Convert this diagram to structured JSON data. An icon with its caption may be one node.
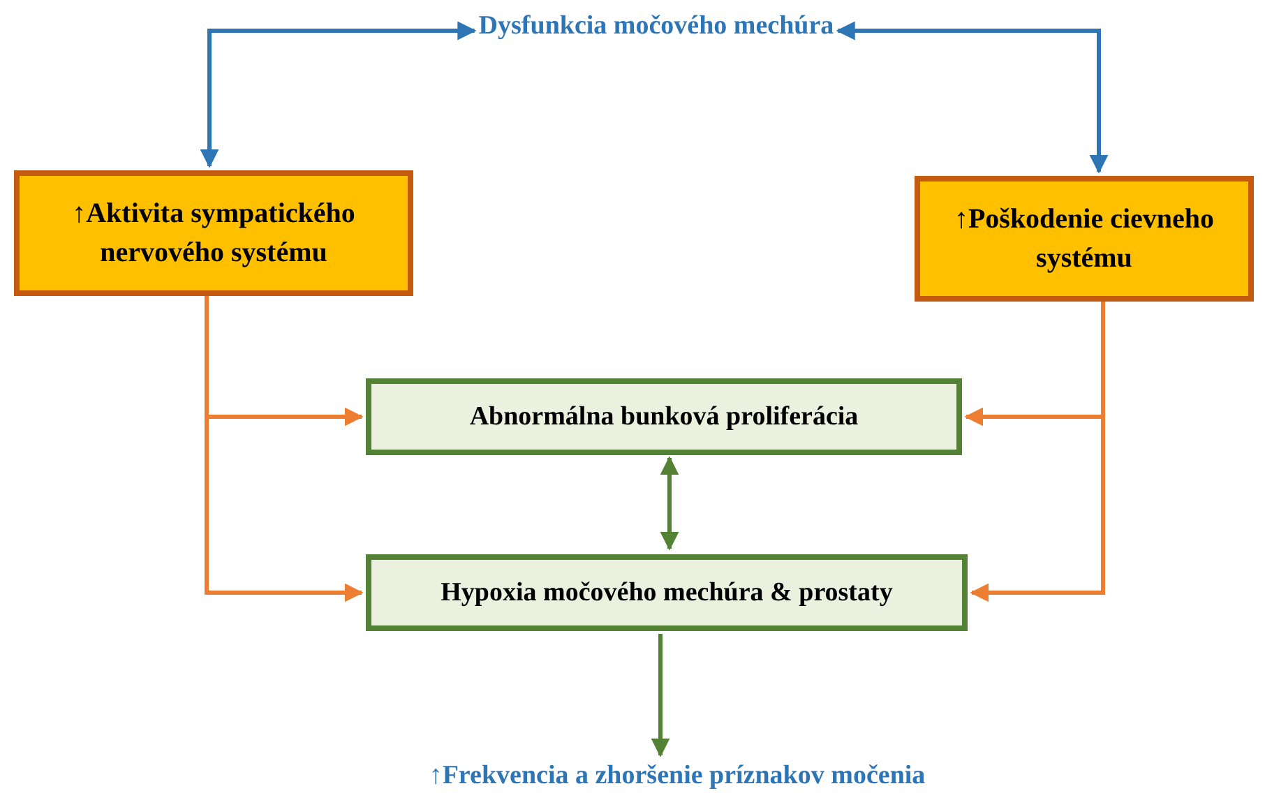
{
  "diagram": {
    "nodes": [
      {
        "text": [
          "Dysfunkcia močového mechúra"
        ]
      },
      {
        "text": [
          "↑Aktivita sympatického nervového systému"
        ]
      },
      {
        "text": [
          "↑Poškodenie cievneho systému"
        ]
      },
      {
        "text": [
          "Abnormálna bunková proliferácia"
        ]
      },
      {
        "text": [
          "Hypoxia močového mechúra & prostaty"
        ]
      },
      {
        "text": [
          "↑Frekvencia a zhoršenie príznakov močenia"
        ]
      }
    ],
    "edges": [
      {
        "from": 0,
        "to": 1,
        "arrow": "both",
        "color": "#2e75b6"
      },
      {
        "from": 0,
        "to": 2,
        "arrow": "both",
        "color": "#2e75b6"
      },
      {
        "from": 1,
        "to": 3,
        "arrow": "to"
      },
      {
        "from": 1,
        "to": 4,
        "arrow": "to"
      },
      {
        "from": 2,
        "to": 3,
        "arrow": "to"
      },
      {
        "from": 2,
        "to": 4,
        "arrow": "to"
      },
      {
        "from": 3,
        "to": 4,
        "arrow": "both",
        "color": "#548235"
      },
      {
        "from": 4,
        "to": 5,
        "arrow": "to",
        "color": "#548235"
      }
    ]
  }
}
